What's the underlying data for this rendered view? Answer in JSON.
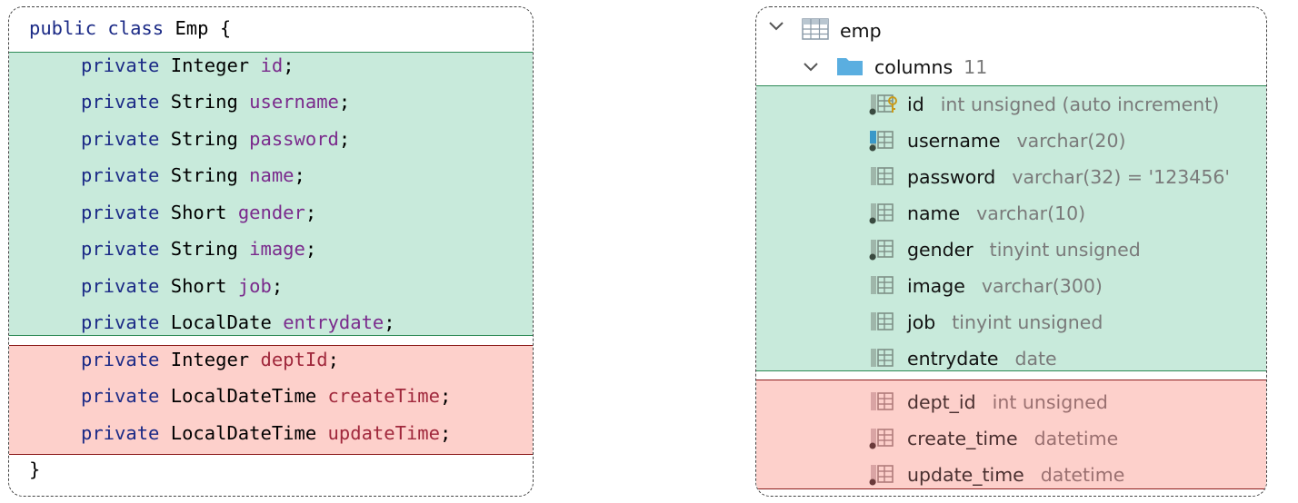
{
  "code": {
    "header": [
      "public",
      "class",
      "Emp",
      "{"
    ],
    "fields": [
      {
        "type": "Integer",
        "name": "id"
      },
      {
        "type": "String",
        "name": "username"
      },
      {
        "type": "String",
        "name": "password"
      },
      {
        "type": "String",
        "name": "name"
      },
      {
        "type": "Short",
        "name": "gender"
      },
      {
        "type": "String",
        "name": "image"
      },
      {
        "type": "Short",
        "name": "job"
      },
      {
        "type": "LocalDate",
        "name": "entrydate"
      },
      {
        "type": "Integer",
        "name": "deptId"
      },
      {
        "type": "LocalDateTime",
        "name": "createTime"
      },
      {
        "type": "LocalDateTime",
        "name": "updateTime"
      }
    ],
    "modifier": "private",
    "terminator": ";",
    "closing": "}"
  },
  "db": {
    "table_name": "emp",
    "columns_label": "columns",
    "columns_count": "11",
    "columns": [
      {
        "name": "id",
        "meta": "int unsigned (auto increment)",
        "icon": "primary-key-column-icon"
      },
      {
        "name": "username",
        "meta": "varchar(20)",
        "icon": "unique-column-icon"
      },
      {
        "name": "password",
        "meta": "varchar(32) = '123456'",
        "icon": "column-icon"
      },
      {
        "name": "name",
        "meta": "varchar(10)",
        "icon": "not-null-column-icon"
      },
      {
        "name": "gender",
        "meta": "tinyint unsigned",
        "icon": "not-null-column-icon"
      },
      {
        "name": "image",
        "meta": "varchar(300)",
        "icon": "column-icon"
      },
      {
        "name": "job",
        "meta": "tinyint unsigned",
        "icon": "column-icon"
      },
      {
        "name": "entrydate",
        "meta": "date",
        "icon": "column-icon"
      },
      {
        "name": "dept_id",
        "meta": "int unsigned",
        "icon": "column-icon"
      },
      {
        "name": "create_time",
        "meta": "datetime",
        "icon": "not-null-column-icon"
      },
      {
        "name": "update_time",
        "meta": "datetime",
        "icon": "not-null-column-icon"
      }
    ]
  },
  "colors": {
    "matched_band": "#c8eadb",
    "unmatched_band": "#fdd0cb",
    "keyword": "#1b2a86",
    "field": "#7a2a8c"
  }
}
